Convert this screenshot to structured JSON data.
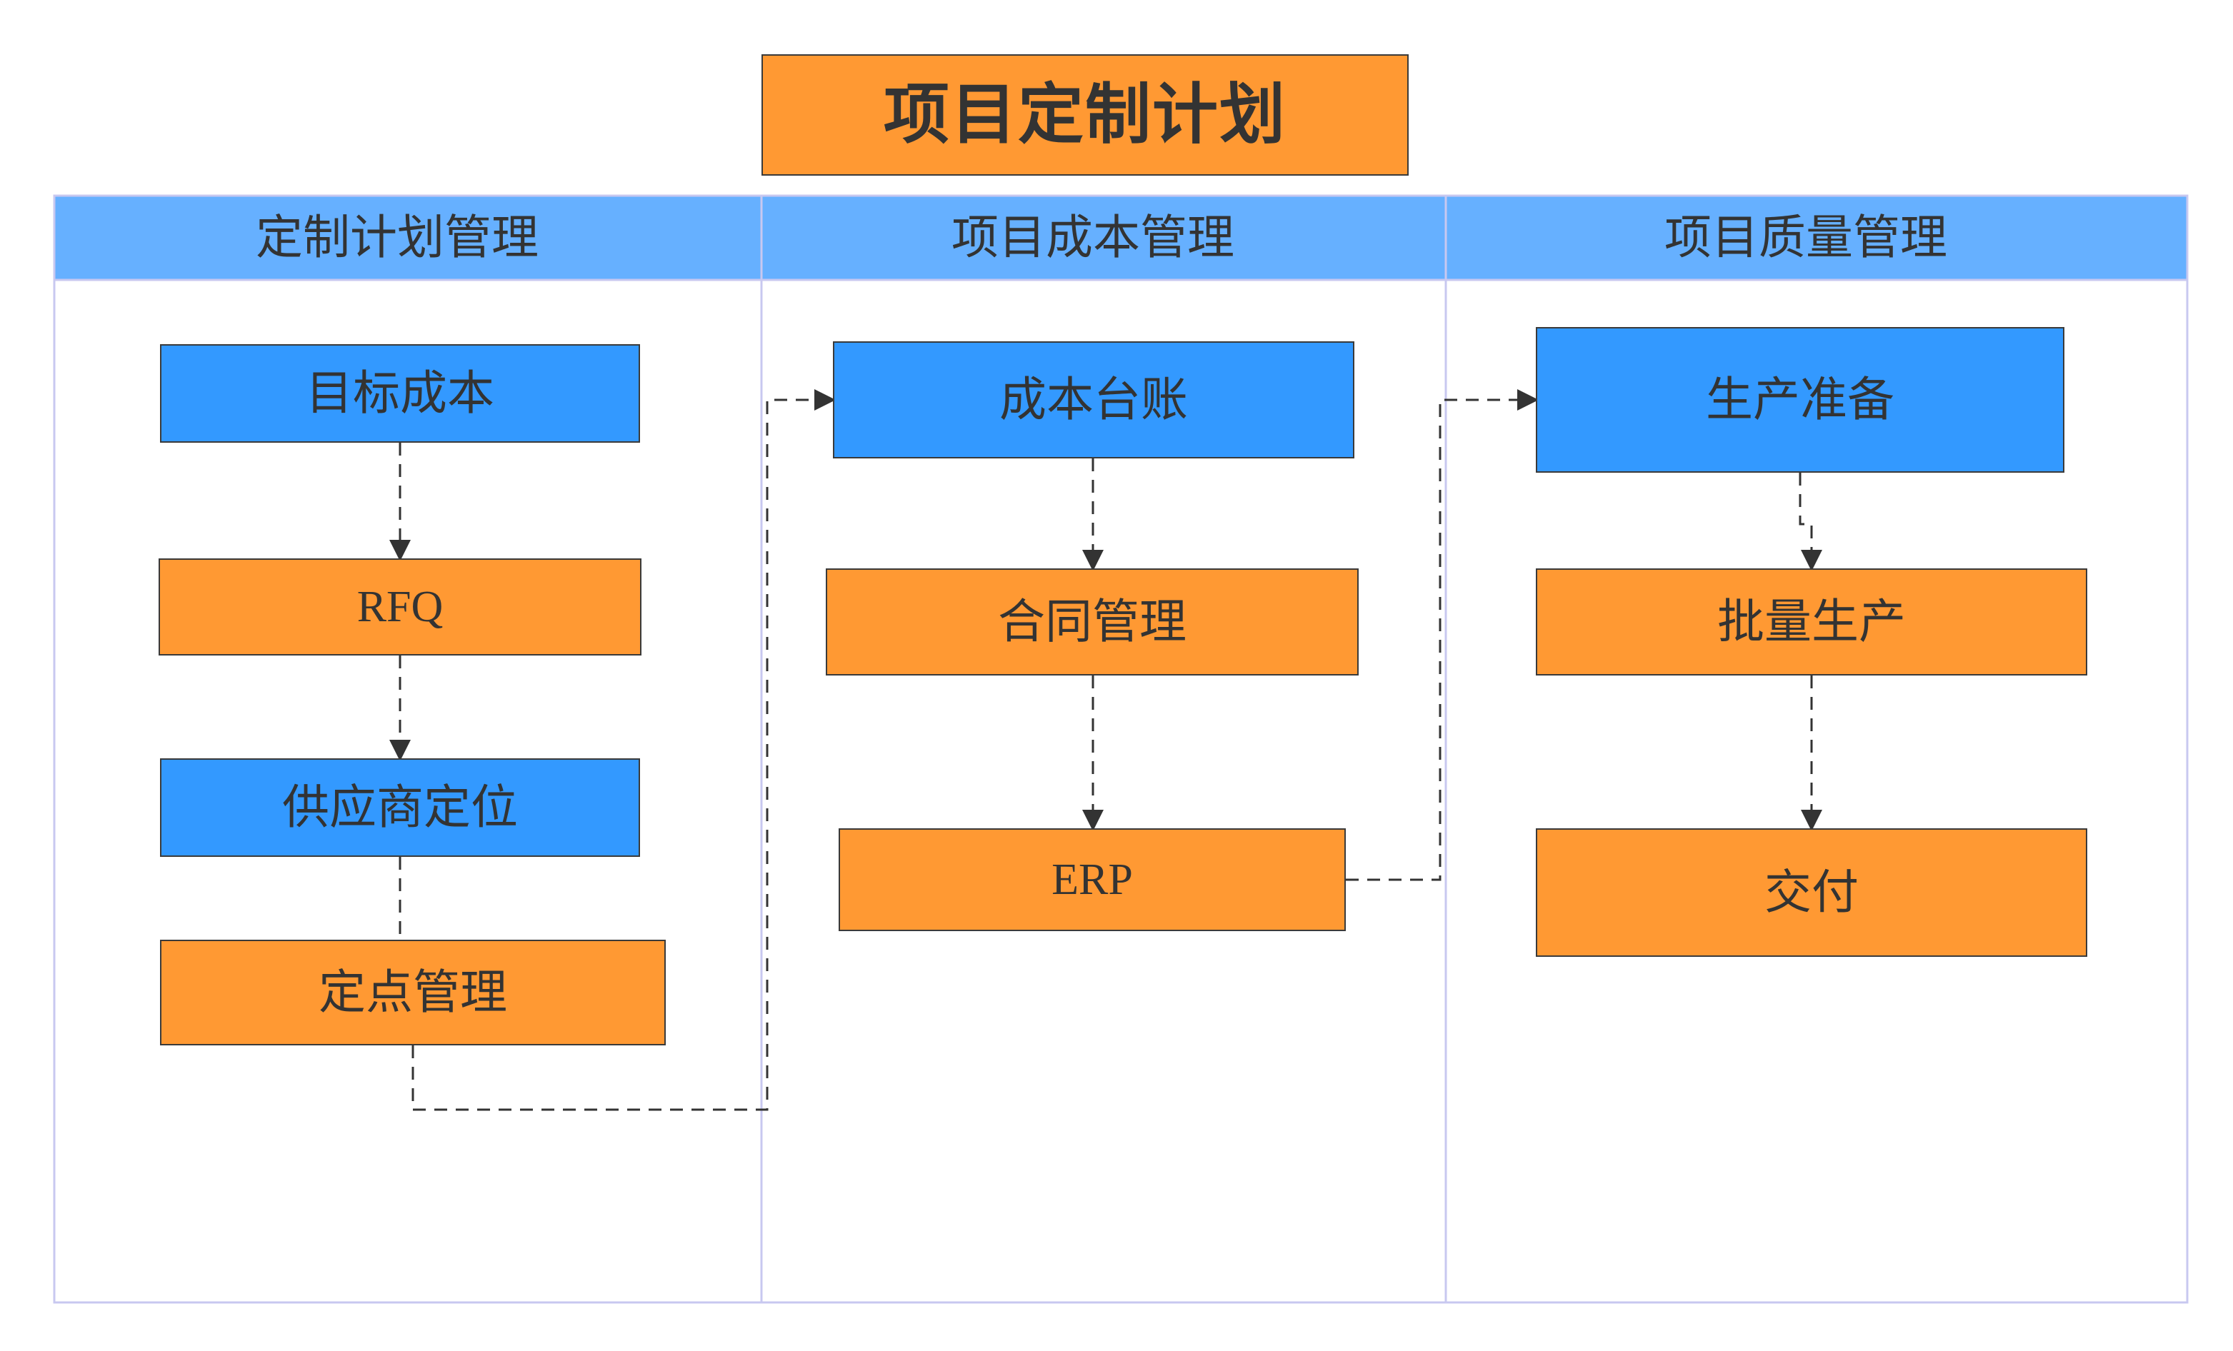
{
  "title": {
    "text": "项目定制计划"
  },
  "colors": {
    "title_fill": "#ff9933",
    "blue_node": "#3399ff",
    "orange_node": "#ff9933",
    "lane_header": "#66b0ff",
    "lane_border": "#c8c8f0",
    "node_border": "#3a3a3a",
    "connector": "#333333",
    "text": "#333333"
  },
  "lanes": [
    {
      "id": "lane-custom-plan",
      "label": "定制计划管理"
    },
    {
      "id": "lane-project-cost",
      "label": "项目成本管理"
    },
    {
      "id": "lane-project-quality",
      "label": "项目质量管理"
    }
  ],
  "nodes": {
    "target_cost": {
      "label": "目标成本",
      "color": "blue"
    },
    "rfq": {
      "label": "RFQ",
      "color": "orange"
    },
    "supplier_positioning": {
      "label": "供应商定位",
      "color": "blue"
    },
    "nomination_management": {
      "label": "定点管理",
      "color": "orange"
    },
    "cost_ledger": {
      "label": "成本台账",
      "color": "blue"
    },
    "contract_management": {
      "label": "合同管理",
      "color": "orange"
    },
    "erp": {
      "label": "ERP",
      "color": "orange"
    },
    "production_prep": {
      "label": "生产准备",
      "color": "blue"
    },
    "mass_production": {
      "label": "批量生产",
      "color": "orange"
    },
    "delivery": {
      "label": "交付",
      "color": "orange"
    }
  },
  "connectors": [
    {
      "from": "target_cost",
      "to": "rfq",
      "style": "dashed",
      "arrow": true
    },
    {
      "from": "rfq",
      "to": "supplier_positioning",
      "style": "dashed",
      "arrow": true
    },
    {
      "from": "supplier_positioning",
      "to": "nomination_management",
      "style": "dashed",
      "arrow": false
    },
    {
      "from": "nomination_management",
      "to": "cost_ledger",
      "style": "dashed",
      "arrow": true
    },
    {
      "from": "cost_ledger",
      "to": "contract_management",
      "style": "dashed",
      "arrow": true
    },
    {
      "from": "contract_management",
      "to": "erp",
      "style": "dashed",
      "arrow": true
    },
    {
      "from": "erp",
      "to": "production_prep",
      "style": "dashed",
      "arrow": true
    },
    {
      "from": "production_prep",
      "to": "mass_production",
      "style": "dashed",
      "arrow": true
    },
    {
      "from": "mass_production",
      "to": "delivery",
      "style": "dashed",
      "arrow": true
    }
  ]
}
